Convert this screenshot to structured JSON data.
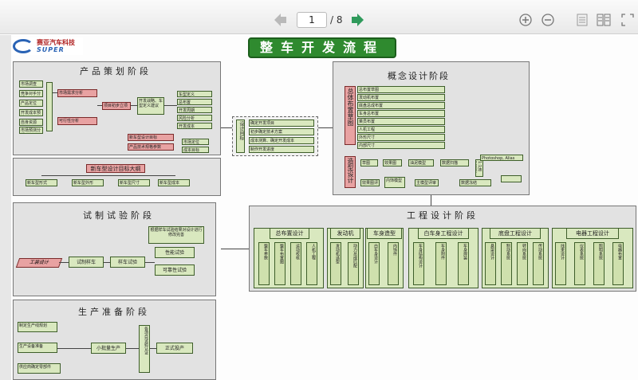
{
  "toolbar": {
    "prev_icon": "arrow-left-icon",
    "next_icon": "arrow-right-icon",
    "current_page": "1",
    "total_pages": "/ 8",
    "zoom_in_icon": "zoom-in-icon",
    "zoom_out_icon": "zoom-out-icon",
    "single_page_icon": "single-page-icon",
    "two_page_icon": "two-page-icon",
    "more_icon": "expand-icon"
  },
  "logo": {
    "cn": "赛亚汽车科技",
    "en": "SUPER"
  },
  "title": "整车开发流程",
  "panels": {
    "product_planning": "产品策划阶段",
    "concept_design": "概念设计阶段",
    "engineering_design": "工程设计阶段",
    "trial_production": "试制试验阶段",
    "production_prep": "生产准备阶段"
  },
  "product_planning": {
    "left": [
      "市场调查",
      "竞争对手分析",
      "产品定位",
      "开发成本预估",
      "自身资源",
      "市场预测分析"
    ],
    "mid1": "市场需求分析",
    "mid2": "可行性分析",
    "proj": "项目初步立项",
    "rec": "开发战略、车型定义建议",
    "right": [
      "车型定义",
      "总布置",
      "开发周期",
      "风险分析",
      "开发成本"
    ],
    "bottom1": "新车型设计目标",
    "bottom2": "产品技术规格参数",
    "side1": "市场定位",
    "side2": "成本目标",
    "sub_title": "新车型设计目标大纲",
    "outputs": [
      "新车型形式",
      "新车型外形",
      "新车型尺寸",
      "新车型成本"
    ]
  },
  "mid_group": {
    "label": "设计目标",
    "items": [
      "确定开发项目",
      "初步确定技术方案",
      "成本测算、确定开发成本",
      "制作开发进度"
    ]
  },
  "concept": {
    "vertical1": "总体布置草图",
    "vertical2": "造型设计",
    "list": [
      "总布置草图",
      "发动机布置",
      "底盘总成布置",
      "车身总布置",
      "乘员布置",
      "人机工程",
      "外形尺寸",
      "内部尺寸"
    ],
    "row1": [
      "草图",
      "效果图",
      "油泥模型",
      "数据扫描"
    ],
    "row2": [
      "效果图评审",
      "内饰模型",
      "主模型评审",
      "数据冻结"
    ],
    "row3": [
      "1:1油泥模型",
      "Photoshop, Alias"
    ]
  },
  "engineering": {
    "groups": [
      {
        "title": "总布置设计",
        "items": [
          "整车参数",
          "整车布置图",
          "运动校核",
          "人机工程"
        ]
      },
      {
        "title": "发动机",
        "items": [
          "发动机选型",
          "动力总成匹配"
        ]
      },
      {
        "title": "车身造型",
        "items": [
          "白车身设计",
          "内饰件"
        ]
      },
      {
        "title": "白车身工程设计",
        "items": [
          "车身结构设计",
          "车身附件",
          "车身焊装"
        ]
      },
      {
        "title": "底盘工程设计",
        "items": [
          "悬架设计",
          "制动系统",
          "转向系统",
          "传动系统"
        ]
      },
      {
        "title": "电器工程设计",
        "items": [
          "线束设计",
          "仪表系统",
          "照明系统",
          "电器布置"
        ]
      }
    ]
  },
  "trial": {
    "start": "工装设计",
    "car": "试制样车",
    "test": "样车试验",
    "top_note": "根据样车试验结果对设计进行修改完善",
    "out1": "性能试验",
    "out2": "可靠性试验"
  },
  "prep": {
    "left": [
      "制定生产线规划",
      "生产设备准备",
      "供应商确定零部件"
    ],
    "mid": "小批量生产",
    "vert": "各项目试验认证",
    "end": "正式投产"
  }
}
